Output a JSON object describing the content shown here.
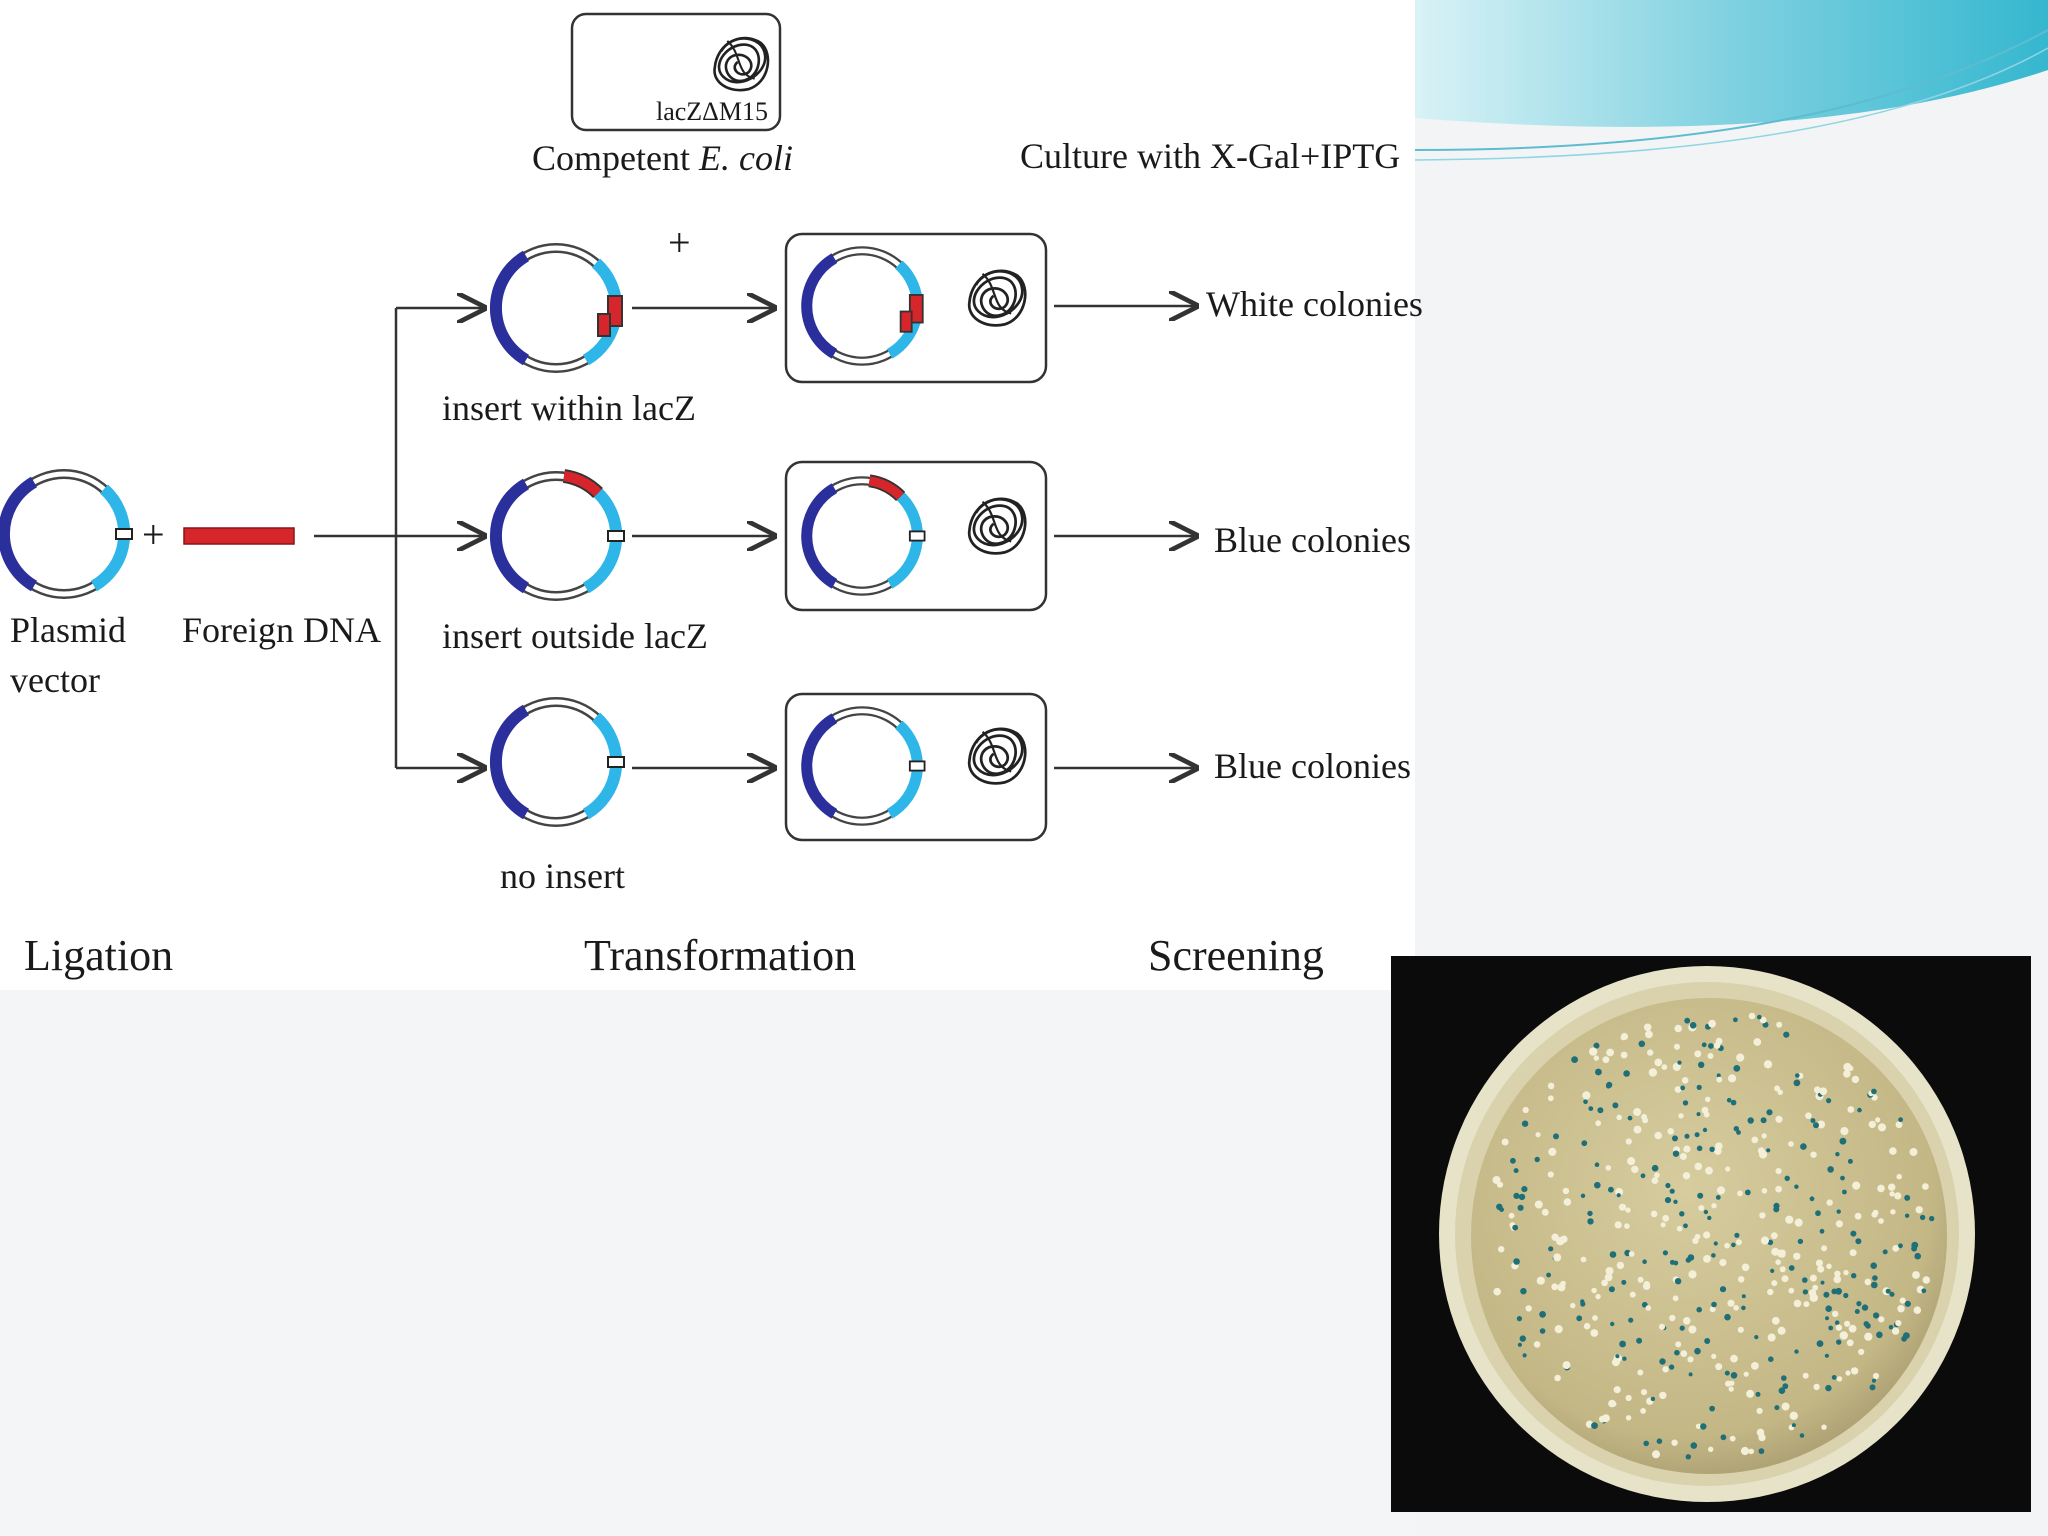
{
  "labels": {
    "competent_prefix": "Competent ",
    "competent_italic": "E. coli",
    "lacz_mutation": "lacZΔM15",
    "culture": "Culture with X-Gal+IPTG",
    "plus": "+",
    "plasmid_line1": "Plasmid",
    "plasmid_line2": "vector",
    "foreign_dna": "Foreign DNA",
    "insert_within": "insert within lacZ",
    "insert_outside": "insert outside lacZ",
    "no_insert": "no insert",
    "white_colonies": "White colonies",
    "blue_colonies_1": "Blue colonies",
    "blue_colonies_2": "Blue colonies"
  },
  "stages": {
    "ligation": "Ligation",
    "transformation": "Transformation",
    "screening": "Screening"
  },
  "colors": {
    "dark_blue": "#2b2f9c",
    "light_blue": "#2fb6e8",
    "insert_red": "#d6262b",
    "plate_agar": "#c9bd8e",
    "plate_bg": "#0b0b0b",
    "blue_colony": "#1f6f78",
    "white_colony": "#f3efd8"
  },
  "icons": {
    "plasmid": "circular-plasmid-icon",
    "chromosome": "tangled-chromosome-icon",
    "plate": "petri-dish-photo"
  }
}
